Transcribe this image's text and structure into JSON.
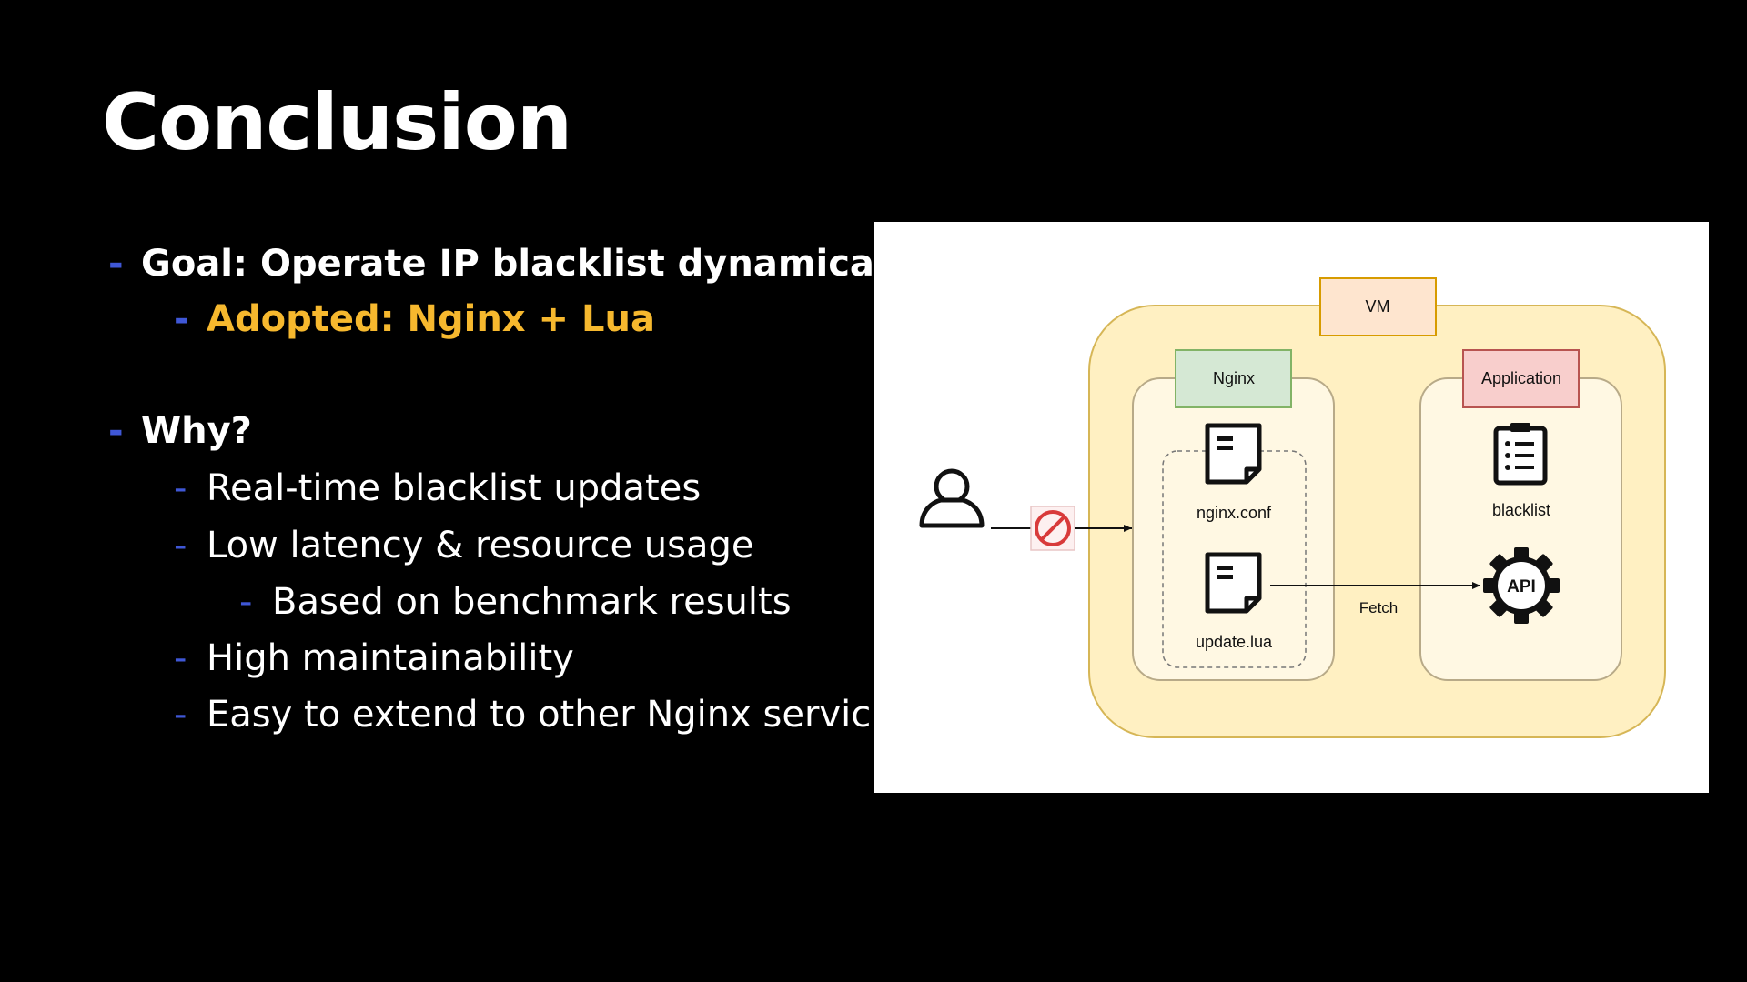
{
  "slide": {
    "title": "Conclusion",
    "bullets": [
      {
        "level": 1,
        "style": "bold",
        "text": "Goal: Operate IP blacklist dynamically"
      },
      {
        "level": 2,
        "style": "accent",
        "text": "Adopted: Nginx + Lua"
      },
      {
        "level": 1,
        "style": "bold",
        "text": "Why?"
      },
      {
        "level": 2,
        "style": "normal",
        "text": "Real-time blacklist updates"
      },
      {
        "level": 2,
        "style": "normal",
        "text": "Low latency & resource usage"
      },
      {
        "level": 3,
        "style": "normal",
        "text": "Based on benchmark results"
      },
      {
        "level": 2,
        "style": "normal",
        "text": "High maintainability"
      },
      {
        "level": 2,
        "style": "normal",
        "text": "Easy to extend to other Nginx services"
      }
    ],
    "bullet_marker": "-"
  },
  "diagram": {
    "vm_label": "VM",
    "nginx_label": "Nginx",
    "application_label": "Application",
    "nginx_conf_label": "nginx.conf",
    "update_lua_label": "update.lua",
    "blacklist_label": "blacklist",
    "api_label": "API",
    "fetch_label": "Fetch",
    "icons": [
      "user-icon",
      "block-icon",
      "document-icon",
      "document-icon",
      "clipboard-list-icon",
      "api-gear-icon"
    ]
  },
  "colors": {
    "background": "#000000",
    "text": "#ffffff",
    "accent": "#f6b82e",
    "bullet_dash": "#3f57d6",
    "vm_fill": "#fff0c2",
    "vm_stroke": "#d6b656",
    "nginx_label_fill": "#d5e8d4",
    "nginx_label_stroke": "#82b366",
    "app_label_fill": "#f8cecc",
    "app_label_stroke": "#b85450",
    "vm_label_fill": "#fee5cf",
    "vm_label_stroke": "#d79b00"
  }
}
